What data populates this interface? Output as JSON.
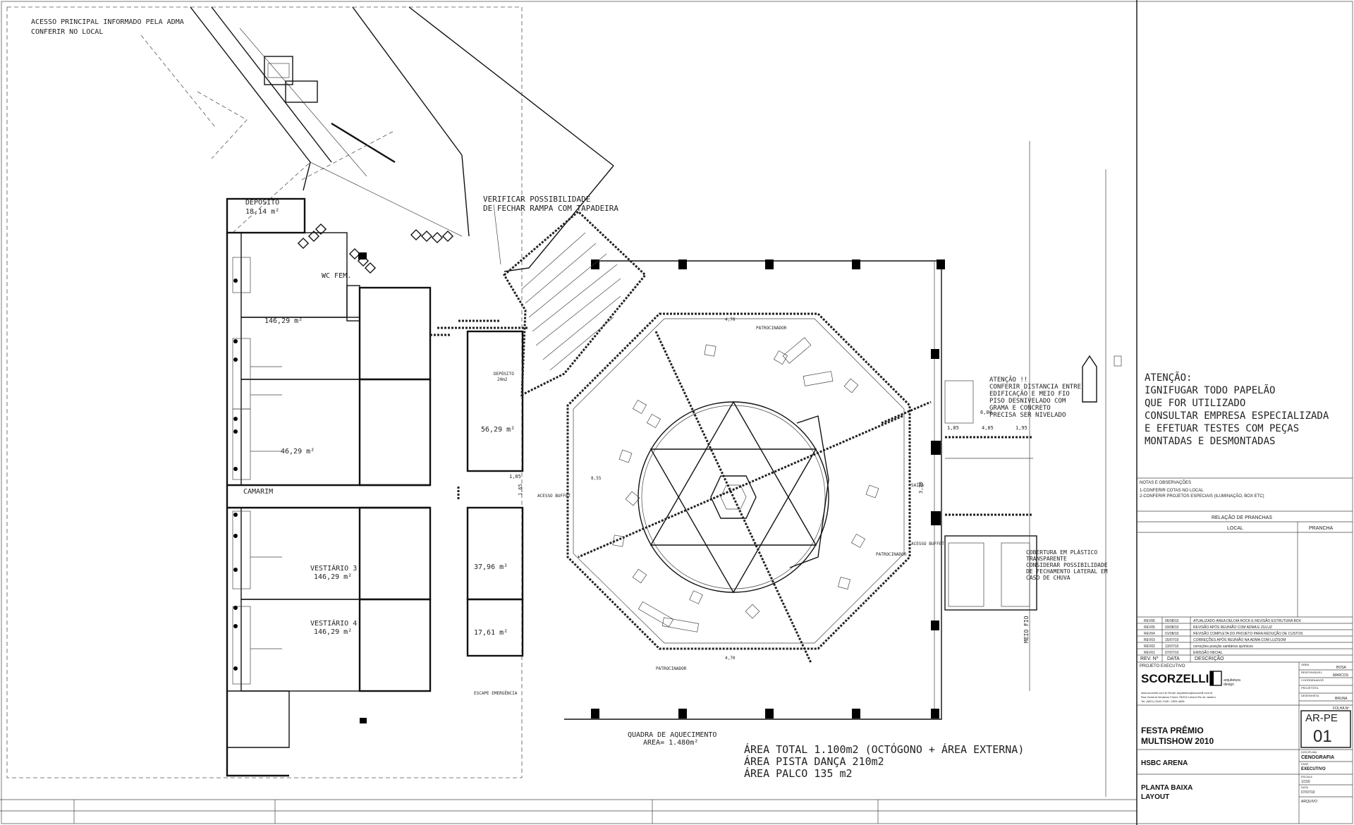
{
  "notes": {
    "access_line1": "ACESSO PRINCIPAL INFORMADO PELA ADMA",
    "access_line2": "CONFERIR NO LOCAL",
    "ramp_line1": "VERIFICAR POSSIBILIDADE",
    "ramp_line2": "DE FECHAR RAMPA COM TAPADEIRA",
    "quadra_line1": "QUADRA DE AQUECIMENTO",
    "quadra_line2": "AREA= 1.480m²",
    "atencao_small": [
      "ATENÇÃO !!",
      "CONFERIR DISTANCIA ENTRE",
      "EDIFICAÇÃO E MEIO FIO",
      "PISO DESNIVELADO COM",
      "GRAMA E CONCRETO",
      "PRECISA SER NIVELADO"
    ],
    "cobertura": [
      "COBERTURA EM PLÁSTICO",
      "TRANSPARENTE",
      "CONSIDERAR POSSIBILIDADE",
      "DE FECHAMENTO LATERAL EM",
      "CASO DE CHUVA"
    ],
    "meio_fio": "MEIO FIO"
  },
  "rooms": {
    "deposito1_name": "DEPÓSITO",
    "deposito1_area": "18,14 m²",
    "wc_fem": "WC FEM.",
    "area_14629_a": "146,29 m²",
    "area_14629_b": "46,29 m²",
    "camarim": "CAMARIM",
    "vestiario3_name": "VESTIÁRIO 3",
    "vestiario3_area": "146,29 m²",
    "vestiario4_name": "VESTIÁRIO 4",
    "vestiario4_area": "146,29 m²",
    "deposito2_name": "DEPÓSITO",
    "deposito2_area": "20m2",
    "area_5629": "56,29 m²",
    "area_3796": "37,96 m²",
    "area_1761": "17,61 m²",
    "escape": "ESCAPE EMERGÊNCIA",
    "patrocinador": "PATROCINADOR",
    "acesso_buffet": "ACESSO BUFFET",
    "saida": "SAÍDA",
    "dims": [
      "4,70",
      "4,70",
      "8,55",
      "1,85",
      "4,05",
      "1,95",
      "1,05",
      "1,65",
      "6,00",
      "3,20"
    ]
  },
  "area_summary": {
    "total": "ÁREA TOTAL 1.100m2 (OCTÓGONO + ÁREA EXTERNA)",
    "pista": "ÁREA PISTA DANÇA 210m2",
    "palco": "ÁREA PALCO 135 m2"
  },
  "attention": {
    "lines": [
      "ATENÇÃO:",
      "IGNIFUGAR TODO PAPELÃO",
      "QUE FOR UTILIZADO",
      "CONSULTAR EMPRESA ESPECIALIZADA",
      "E EFETUAR TESTES COM PEÇAS",
      "MONTADAS E DESMONTADAS"
    ]
  },
  "titleblock": {
    "notes_header": "NOTAS E OBSERVAÇÕES",
    "notes": [
      "1-CONFERIR COTAS NO LOCAL",
      "2-CONFERIR PROJETOS ESPECIAIS (ILUMINAÇÃO, BOX ETC)"
    ],
    "sheets_header": "RELAÇÃO DE PRANCHAS",
    "col_local": "LOCAL",
    "col_prancha": "PRANCHA",
    "revisions": [
      {
        "rev": "REV06",
        "date": "06/08/10",
        "desc": "ATUALIZADO ÁREA DELOIA ROCK E REVISÃO ESTRUTURA BOX"
      },
      {
        "rev": "REV05",
        "date": "03/08/10",
        "desc": "REVISÃO APÓS REUNIÃO COM ADMA E ZULUZ"
      },
      {
        "rev": "REV04",
        "date": "01/08/10",
        "desc": "REVISÃO COMPLETA DO PROJETO PARA REDUÇÃO DE CUSTOS"
      },
      {
        "rev": "REV03",
        "date": "15/07/10",
        "desc": "CORREÇÕES APÓS REUNIÃO NA ADMA COM LUZ/SOM"
      },
      {
        "rev": "REV02",
        "date": "13/07/10",
        "desc": "correções posição sanitários químicos"
      },
      {
        "rev": "REV01",
        "date": "07/07/10",
        "desc": "EMISSÃO INICIAL"
      }
    ],
    "rev_hdr": "REV. Nº",
    "date_hdr": "DATA",
    "desc_hdr": "DESCRIÇÃO",
    "projeto_executivo": "PROJETO EXECUTIVO",
    "brand": "SCORZELLI",
    "brand_sub1": "arquitetura",
    "brand_sub2": "design",
    "address": "www.scorzelli.com.br  Email: arquitetura@scorzelli.com.br",
    "address2": "Rua General Venâncio Flores 78/202  Leblon  Rio de Janeiro",
    "address3": "Tel: (5521) 2540-7049 / 2529-4696",
    "roles": [
      {
        "label": "OBRA",
        "value": "BOSA"
      },
      {
        "label": "RESPONSÁVEL",
        "value": "MARCOS"
      },
      {
        "label": "COORDENADOR",
        "value": ""
      },
      {
        "label": "PROJETISTA",
        "value": ""
      },
      {
        "label": "DESENHISTA",
        "value": "BRUNA"
      }
    ],
    "project_line1": "FESTA PRÊMIO",
    "project_line2": "MULTISHOW 2010",
    "folha_label": "FOLHA Nº",
    "sheet_code": "AR-PE",
    "sheet_num": "01",
    "venue": "HSBC ARENA",
    "sheet_title1": "PLANTA BAIXA",
    "sheet_title2": "LAYOUT",
    "disciplina_label": "DISCIPLINA",
    "disciplina": "CENOGRAFIA",
    "fase_label": "FASE",
    "fase": "EXECUTIVO",
    "escala_label": "ESCALA",
    "escala": "1/150",
    "data_label": "DATA",
    "data": "07/07/10",
    "arquivo_label": "ARQUIVO"
  }
}
